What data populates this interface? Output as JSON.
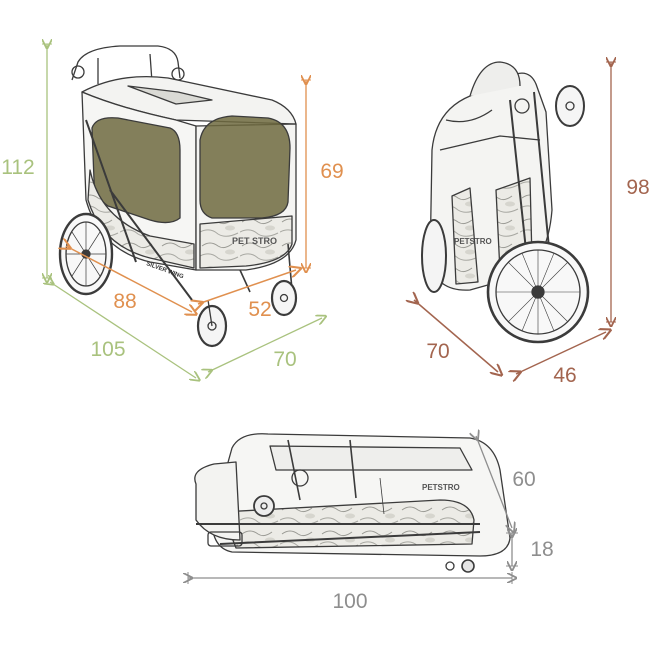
{
  "colors": {
    "green": "#a9c27e",
    "orange": "#e0904f",
    "brown": "#a3654f",
    "gray": "#8e8e8e",
    "sketch": "#3b3b3b",
    "window": "#6f6a3f"
  },
  "views": {
    "open": {
      "height": "112",
      "inner_height": "69",
      "inner_length": "88",
      "inner_width": "52",
      "length": "105",
      "width": "70",
      "brand": "PET STRO",
      "side_text": "SILVER WING"
    },
    "folded_upright": {
      "height": "98",
      "depth": "70",
      "width": "46",
      "brand": "PETSTRO"
    },
    "folded_flat": {
      "height": "60",
      "wheel_height": "18",
      "length": "100",
      "brand": "PETSTRO"
    }
  }
}
